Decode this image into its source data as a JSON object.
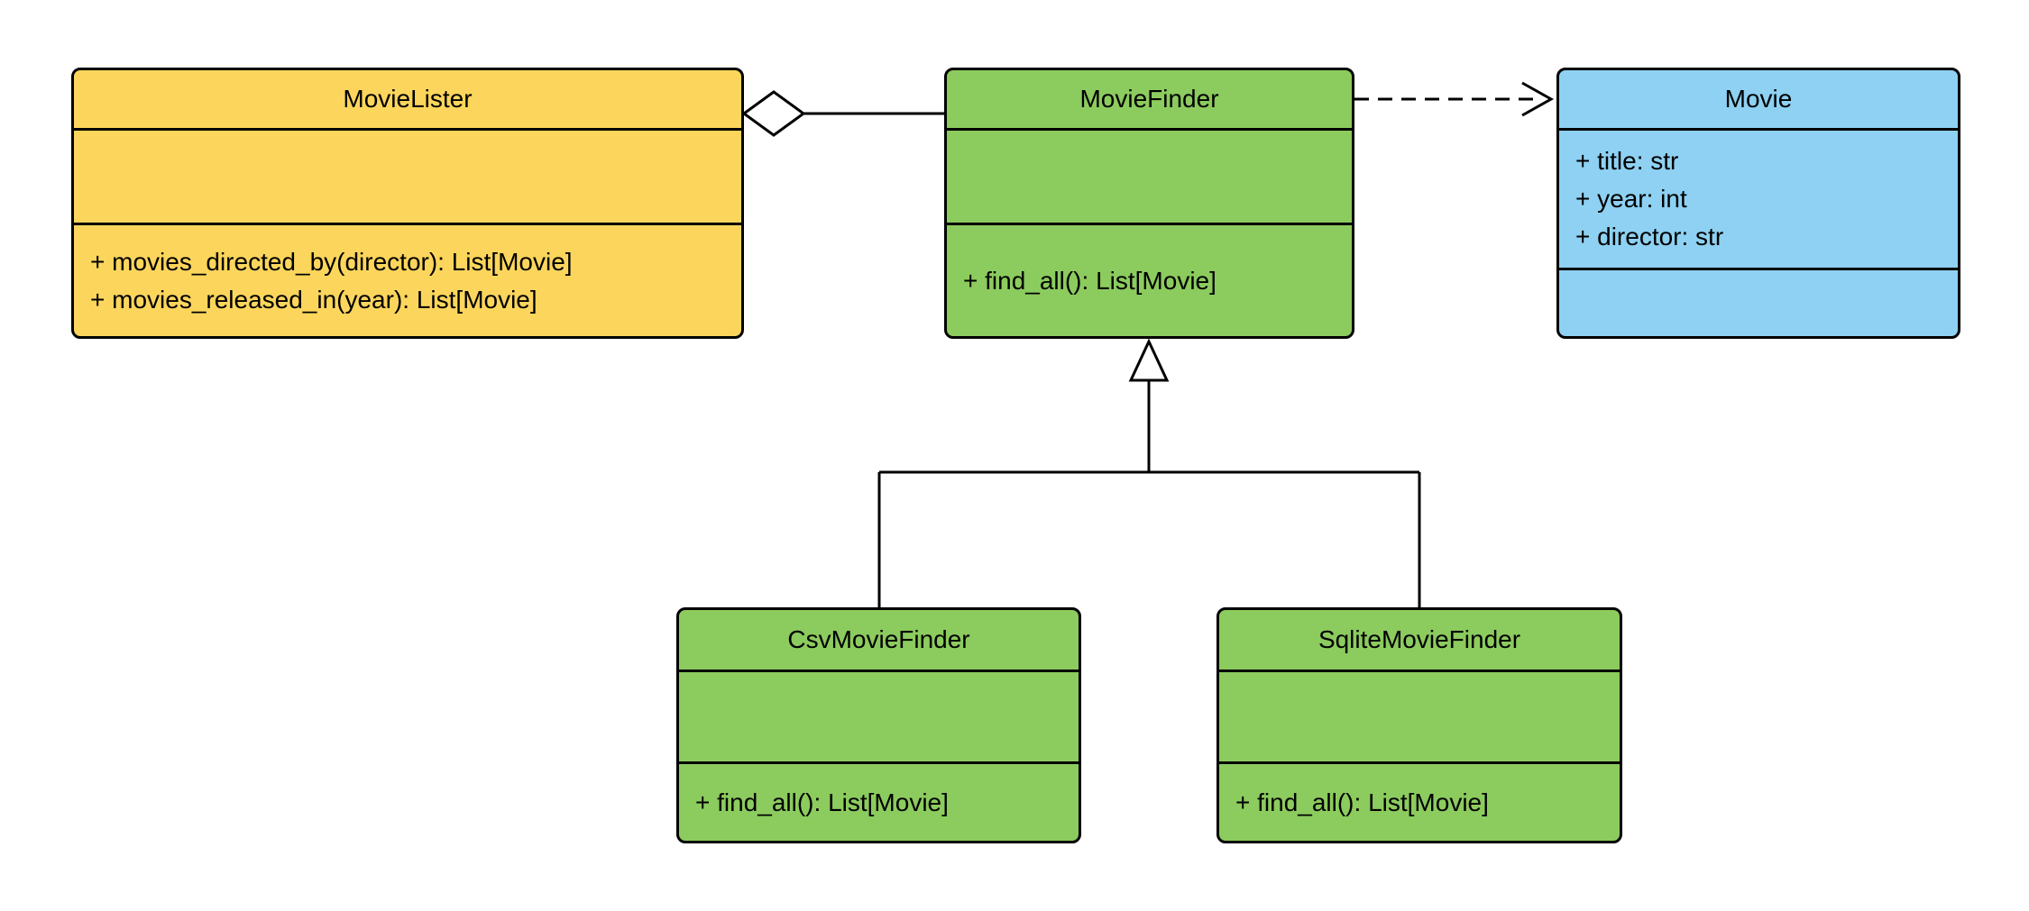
{
  "diagram": {
    "type": "uml-class-diagram",
    "colors": {
      "yellow": "#fcd65c",
      "green": "#8ccb5e",
      "blue": "#8ed1f2",
      "stroke": "#000000",
      "background": "#ffffff"
    },
    "classes": {
      "movie_lister": {
        "name": "MovieLister",
        "attributes": [],
        "methods": [
          "+ movies_directed_by(director): List[Movie]",
          "+ movies_released_in(year): List[Movie]"
        ]
      },
      "movie_finder": {
        "name": "MovieFinder",
        "attributes": [],
        "methods": [
          "+ find_all(): List[Movie]"
        ]
      },
      "movie": {
        "name": "Movie",
        "attributes": [
          "+ title: str",
          "+ year: int",
          "+ director: str"
        ],
        "methods": []
      },
      "csv_movie_finder": {
        "name": "CsvMovieFinder",
        "attributes": [],
        "methods": [
          "+ find_all(): List[Movie]"
        ]
      },
      "sqlite_movie_finder": {
        "name": "SqliteMovieFinder",
        "attributes": [],
        "methods": [
          "+ find_all(): List[Movie]"
        ]
      }
    },
    "relationships": [
      {
        "type": "aggregation",
        "from": "MovieLister",
        "to": "MovieFinder"
      },
      {
        "type": "dependency",
        "from": "MovieFinder",
        "to": "Movie"
      },
      {
        "type": "inheritance",
        "from": "CsvMovieFinder",
        "to": "MovieFinder"
      },
      {
        "type": "inheritance",
        "from": "SqliteMovieFinder",
        "to": "MovieFinder"
      }
    ]
  }
}
